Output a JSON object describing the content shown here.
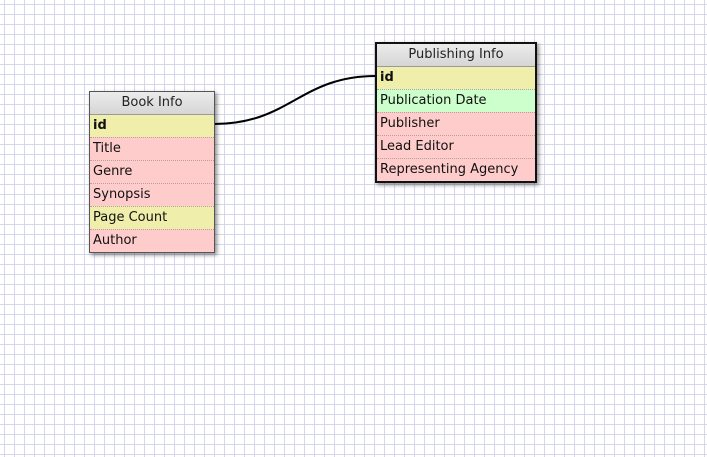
{
  "tables": [
    {
      "title": "Book Info",
      "rows": [
        {
          "label": "id",
          "color": "#efeeaa",
          "key": true
        },
        {
          "label": "Title",
          "color": "#ffcccc",
          "key": false
        },
        {
          "label": "Genre",
          "color": "#ffcccc",
          "key": false
        },
        {
          "label": "Synopsis",
          "color": "#ffcccc",
          "key": false
        },
        {
          "label": "Page Count",
          "color": "#efeeaa",
          "key": false
        },
        {
          "label": "Author",
          "color": "#ffcccc",
          "key": false
        }
      ]
    },
    {
      "title": "Publishing Info",
      "rows": [
        {
          "label": "id",
          "color": "#efeeaa",
          "key": true
        },
        {
          "label": "Publication Date",
          "color": "#ccffcc",
          "key": false
        },
        {
          "label": "Publisher",
          "color": "#ffcccc",
          "key": false
        },
        {
          "label": "Lead Editor",
          "color": "#ffcccc",
          "key": false
        },
        {
          "label": "Representing Agency",
          "color": "#ffcccc",
          "key": false
        }
      ]
    }
  ],
  "relation": {
    "from": "Book Info.id",
    "to": "Publishing Info.id"
  }
}
